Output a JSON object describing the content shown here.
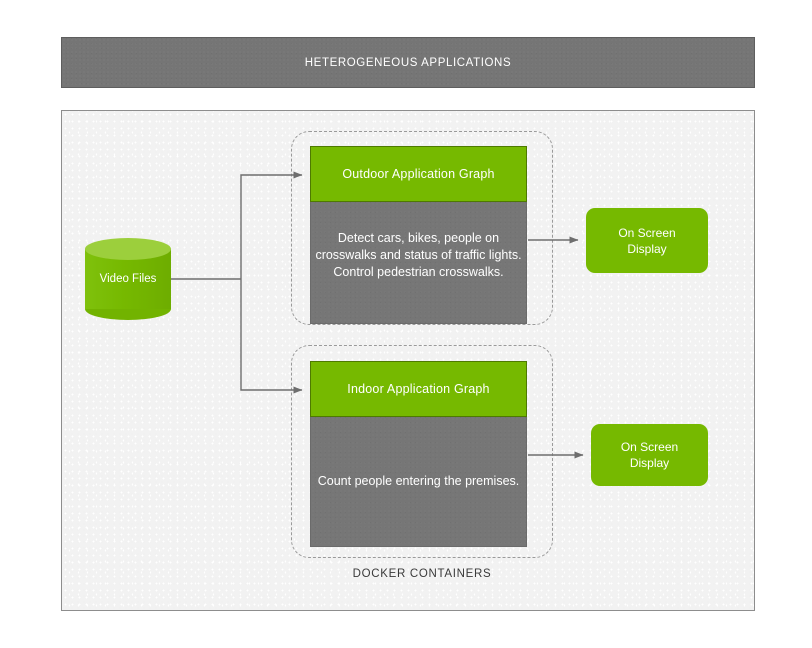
{
  "header": {
    "title": "HETEROGENEOUS APPLICATIONS"
  },
  "colors": {
    "brand_green": "#76b900",
    "green_light": "#9ccf3c",
    "gray_body": "#767676",
    "header_gray": "#757575",
    "panel_bg": "#f2f2f2",
    "dashed_border": "#9a9a9a",
    "connector": "#6e6e6e"
  },
  "source": {
    "label": "Video Files",
    "shape": "cylinder-icon"
  },
  "docker": {
    "label": "DOCKER CONTAINERS"
  },
  "pipelines": [
    {
      "id": "outdoor",
      "graph_title": "Outdoor Application Graph",
      "description": "Detect cars, bikes, people on crosswalks and status of traffic lights. Control pedestrian crosswalks.",
      "output": {
        "line1": "On Screen",
        "line2": "Display"
      }
    },
    {
      "id": "indoor",
      "graph_title": "Indoor Application Graph",
      "description": "Count people entering the premises.",
      "output": {
        "line1": "On Screen",
        "line2": "Display"
      }
    }
  ]
}
